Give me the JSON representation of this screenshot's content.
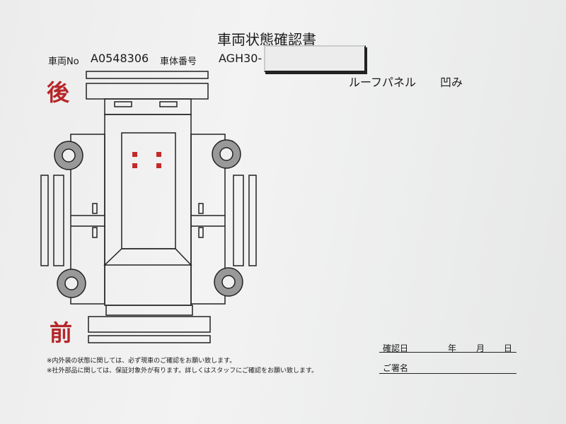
{
  "title": "車両状態確認書",
  "vehicle_no_label": "車両No",
  "vehicle_no": "A0548306",
  "chassis_label": "車体番号",
  "chassis_value": "AGH30-",
  "rear_label": "後",
  "front_label": "前",
  "damage": {
    "part": "ルーフパネル",
    "type": "凹み"
  },
  "notes": [
    "※内外装の状態に関しては、必ず現車のご確認をお願い致します。",
    "※社外部品に関しては、保証対象外が有ります。詳しくはスタッフにご確認をお願い致します。"
  ],
  "confirm_date_label": "確認日",
  "year_label": "年",
  "month_label": "月",
  "day_label": "日",
  "signature_label": "ご署名",
  "colors": {
    "red": "#b5262a"
  }
}
